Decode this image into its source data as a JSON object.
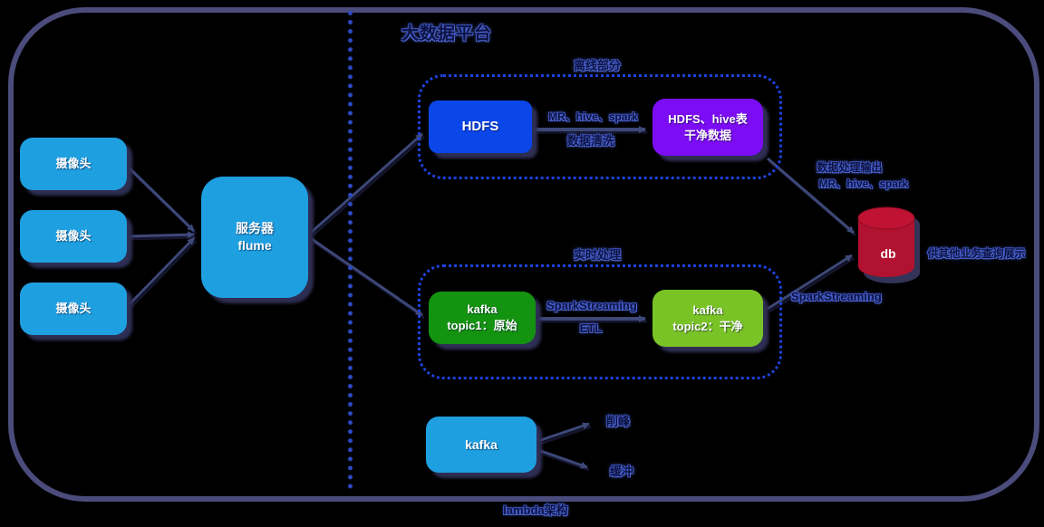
{
  "title": "大数据平台",
  "footer": "lambda架构",
  "cameras": {
    "cam1": "摄像头",
    "cam2": "摄像头",
    "cam3": "摄像头"
  },
  "server": {
    "line1": "服务器",
    "line2": "flume"
  },
  "offline": {
    "group_label": "离线部分",
    "hdfs_label": "HDFS",
    "clean_line1": "HDFS、hive表",
    "clean_line2": "干净数据",
    "arrow_label_top": "MR、hive、spark",
    "arrow_label_bottom": "数据清洗"
  },
  "realtime": {
    "group_label": "实时处理",
    "topic1_line1": "kafka",
    "topic1_line2": "topic1：原始",
    "topic2_line1": "kafka",
    "topic2_line2": "topic2：干净",
    "arrow_label_top": "SparkStreaming",
    "arrow_label_bottom": "ETL"
  },
  "output": {
    "write_label_line1": "数据处理输出",
    "write_label_line2": "MR、hive、spark",
    "stream_label": "SparkStreaming",
    "db_label": "db",
    "query_label": "供其他业务查询展示"
  },
  "kafka_note": {
    "box_label": "kafka",
    "arrow1_label": "削峰",
    "arrow2_label": "缓冲"
  },
  "colors": {
    "background": "#000000",
    "frame_border": "#4b4b7c",
    "divider_dotted": "#2b49c0",
    "group_dotted": "#1e42da",
    "camera_blue": "#1e9fe0",
    "hdfs_blue": "#0a46e8",
    "clean_purple": "#7c0cf4",
    "topic1_green": "#149310",
    "topic2_green": "#79c327",
    "db_red": "#b1122f",
    "connector": "#3d4878",
    "shadow": "#2e2e54",
    "label_text": "#0d1342"
  }
}
